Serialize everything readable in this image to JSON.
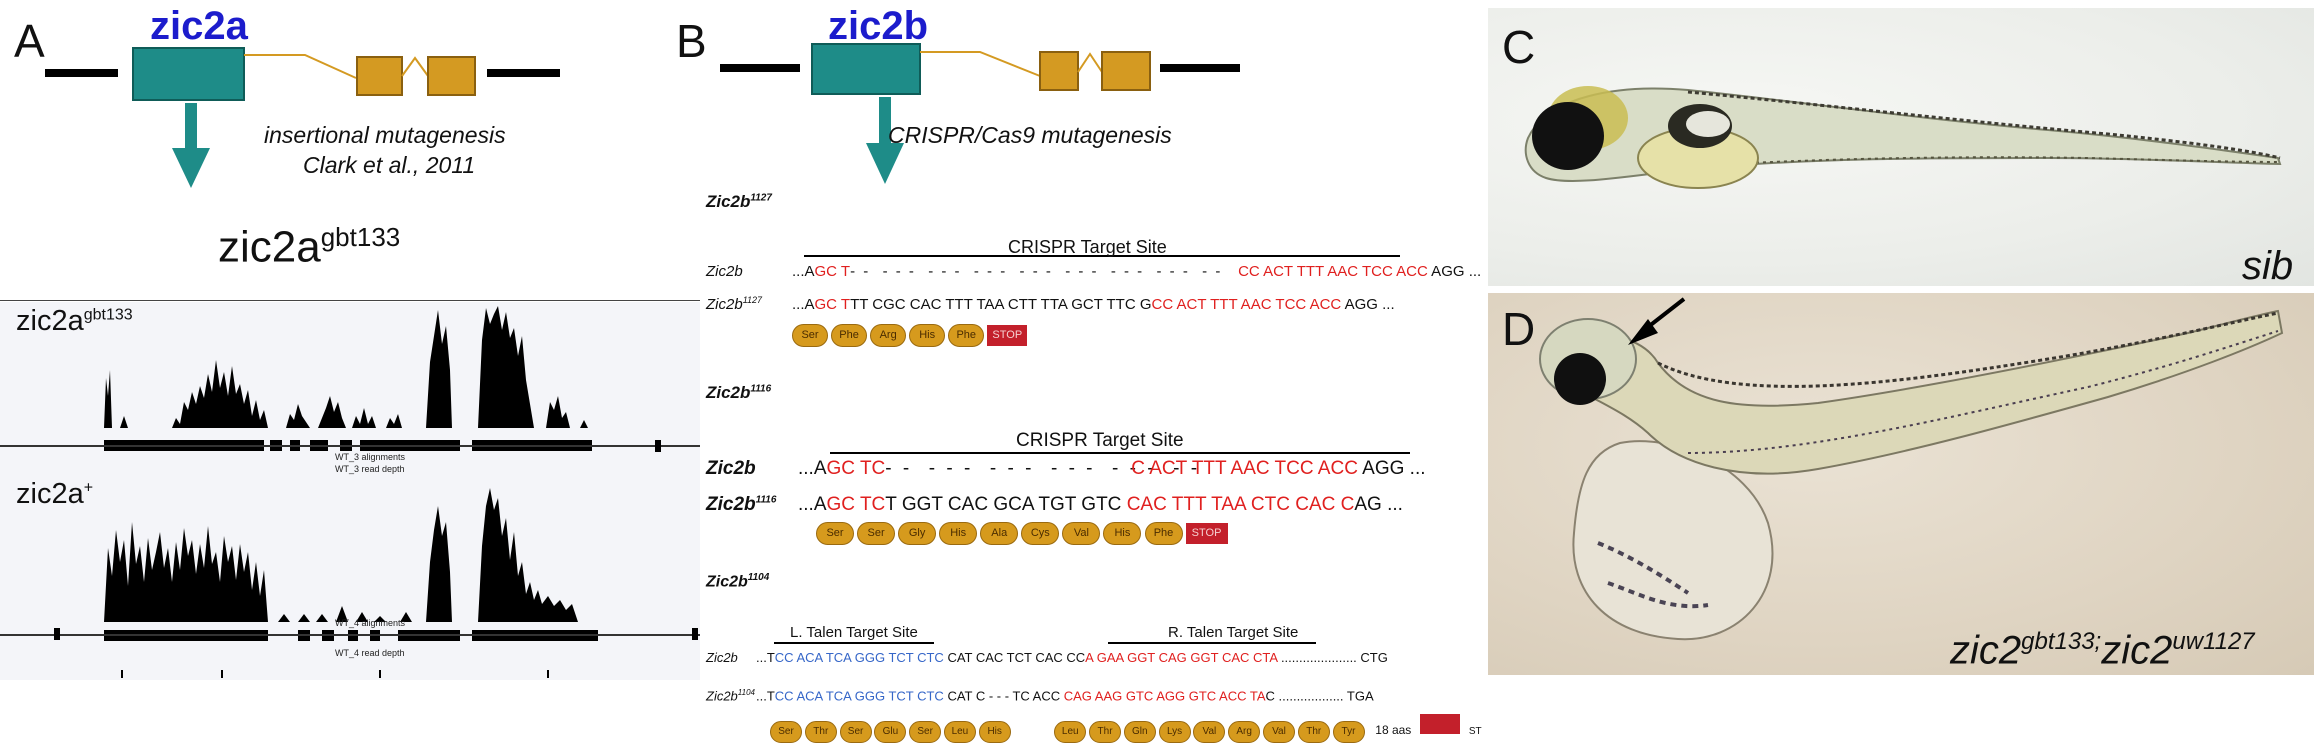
{
  "panel_a": {
    "letter": "A",
    "gene": "zic2a",
    "method_line1": "insertional mutagenesis",
    "method_line2": "Clark et al., 2011",
    "allele_base": "zic2a",
    "allele_sup": "gbt133",
    "track1_base": "zic2a",
    "track1_sup": "gbt133",
    "track2_base": "zic2a",
    "track2_sup": "+",
    "track1_caption_a": "WT_3 alignments",
    "track1_caption_b": "WT_3 read depth",
    "track2_caption_a": "WT_4 alignments",
    "track2_caption_b": "WT_4 read depth"
  },
  "panel_b": {
    "letter": "B",
    "gene": "zic2b",
    "method": "CRISPR/Cas9 mutagenesis",
    "alleles": [
      {
        "name_base": "Zic2b",
        "name_sup": "1127",
        "target_label": "CRISPR Target Site",
        "ref_label": "Zic2b",
        "ref_prefix": "...A",
        "ref_red1": "GC T",
        "ref_gap": "- -  - - -  - - -  - - -  - - -  - - -  - - -  - - -  - -",
        "ref_red2": "CC ACT TTT AAC TCC ACC",
        "ref_suffix": " AGG ...",
        "mut_label_base": "Zic2b",
        "mut_label_sup": "1127",
        "mut_prefix": "...A",
        "mut_red1": "GC T",
        "mut_mid": "TT CGC CAC TTT TAA CTT TTA GCT TTC G",
        "mut_red2": "CC ACT TTT AAC TCC ACC",
        "mut_suffix": " AGG ...",
        "aa": [
          "Ser",
          "Phe",
          "Arg",
          "His",
          "Phe"
        ],
        "stop": "STOP"
      },
      {
        "name_base": "Zic2b",
        "name_sup": "1116",
        "target_label": "CRISPR Target Site",
        "ref_label": "Zic2b",
        "ref_prefix": "...A",
        "ref_red1": "GC TC",
        "ref_gap": "- -  - - -  - - -  - - -  - - -  - -",
        "ref_red2": "C ACT TTT AAC TCC ACC",
        "ref_suffix": " AGG ...",
        "mut_label_base": "Zic2b",
        "mut_label_sup": "1116",
        "mut_prefix": "...A",
        "mut_red1": "GC TC",
        "mut_mid": "T GGT CAC GCA TGT GTC ",
        "mut_red2": "CAC TTT TAA CTC CAC C",
        "mut_suffix": "AG ...",
        "aa": [
          "Ser",
          "Ser",
          "Gly",
          "His",
          "Ala",
          "Cys",
          "Val",
          "His",
          "Phe"
        ],
        "stop": "STOP"
      },
      {
        "name_base": "Zic2b",
        "name_sup": "1104",
        "left_talen": "L. Talen Target Site",
        "right_talen": "R. Talen Target Site",
        "ref_label": "Zic2b",
        "ref_prefix": "...T",
        "ref_blue": "CC ACA TCA GGG TCT CTC",
        "ref_mid": " CAT CAC TCT CAC CC",
        "ref_red": "A GAA GGT CAG GGT CAC CTA",
        "ref_suffix": " ..................... CTG",
        "mut_label_base": "Zic2b",
        "mut_label_sup": "1104",
        "mut_prefix": "...T",
        "mut_blue": "CC ACA TCA GGG TCT CTC",
        "mut_mid": " CAT C - - - TC ACC ",
        "mut_red": "CAG AAG GTC AGG GTC ACC TA",
        "mut_suffix": "C .................. TGA",
        "aa_left": [
          "Ser",
          "Thr",
          "Ser",
          "Glu",
          "Ser",
          "Leu",
          "His"
        ],
        "aa_right": [
          "Leu",
          "Thr",
          "Gln",
          "Lys",
          "Val",
          "Arg",
          "Val",
          "Thr",
          "Tyr"
        ],
        "count": "18 aas",
        "stop_short": "ST"
      }
    ]
  },
  "panel_c": {
    "letter": "C",
    "label": "sib"
  },
  "panel_d": {
    "letter": "D",
    "label_p1": "zic2",
    "label_s1": "gbt133;",
    "label_p2": "zic2",
    "label_s2": "uw1127"
  },
  "colors": {
    "exon_teal": "#1e8c88",
    "exon_gold": "#d49a22",
    "gene_blue": "#1c1ccc",
    "sequence_red": "#e0201f",
    "sequence_blue": "#3566c8"
  }
}
